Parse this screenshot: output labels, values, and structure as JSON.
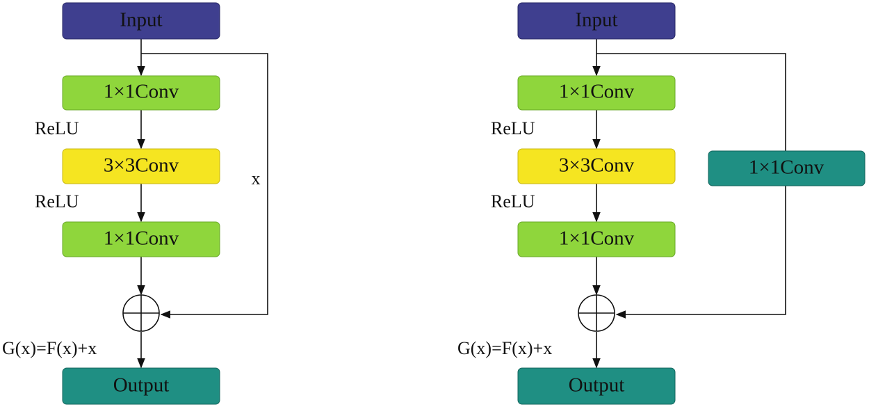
{
  "colors": {
    "input_box": "#3f3f8f",
    "conv1_box": "#8fd63c",
    "conv3_box": "#f5e521",
    "output_box": "#1f8f83",
    "shortcut_conv_box": "#1f8f83",
    "line": "#111111"
  },
  "left_block": {
    "input_label": "Input",
    "conv_a_label": "1×1Conv",
    "relu_a_label": "ReLU",
    "conv_b_label": "3×3Conv",
    "relu_b_label": "ReLU",
    "conv_c_label": "1×1Conv",
    "shortcut_label": "x",
    "add_icon": "circle-plus-icon",
    "formula_label": "G(x)=F(x)+x",
    "output_label": "Output"
  },
  "right_block": {
    "input_label": "Input",
    "conv_a_label": "1×1Conv",
    "relu_a_label": "ReLU",
    "conv_b_label": "3×3Conv",
    "relu_b_label": "ReLU",
    "conv_c_label": "1×1Conv",
    "shortcut_conv_label": "1×1Conv",
    "add_icon": "circle-plus-icon",
    "formula_label": "G(x)=F(x)+x",
    "output_label": "Output"
  }
}
